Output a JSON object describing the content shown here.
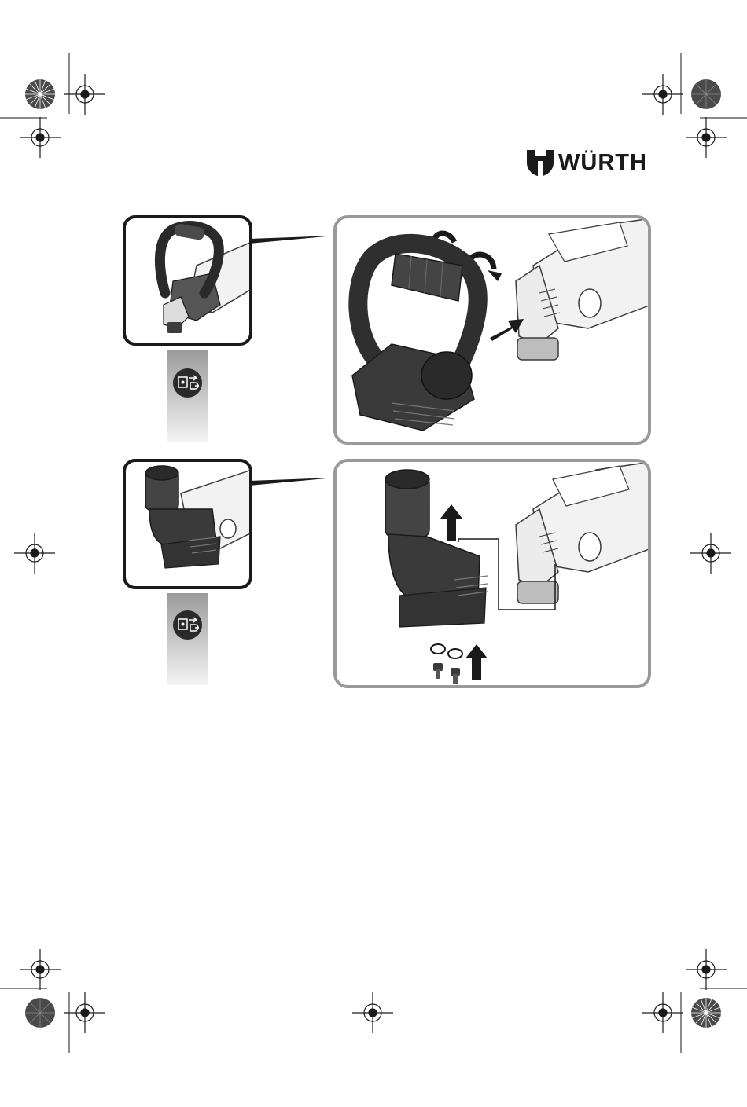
{
  "brand": {
    "name": "WÜRTH",
    "color": "#1a1a1a"
  },
  "steps": [
    {
      "id": "handle",
      "icons": [
        "handle-thumbnail",
        "handle-attach-illustration",
        "unplug-icon"
      ]
    },
    {
      "id": "dust-extraction",
      "icons": [
        "dust-adapter-thumbnail",
        "dust-adapter-attach-illustration",
        "unplug-icon"
      ]
    }
  ],
  "colors": {
    "thumb_border": "#1a1a1a",
    "panel_border": "#9a9a9a",
    "tool_dark": "#3c3c3c",
    "tool_light": "#f2f2f2"
  }
}
